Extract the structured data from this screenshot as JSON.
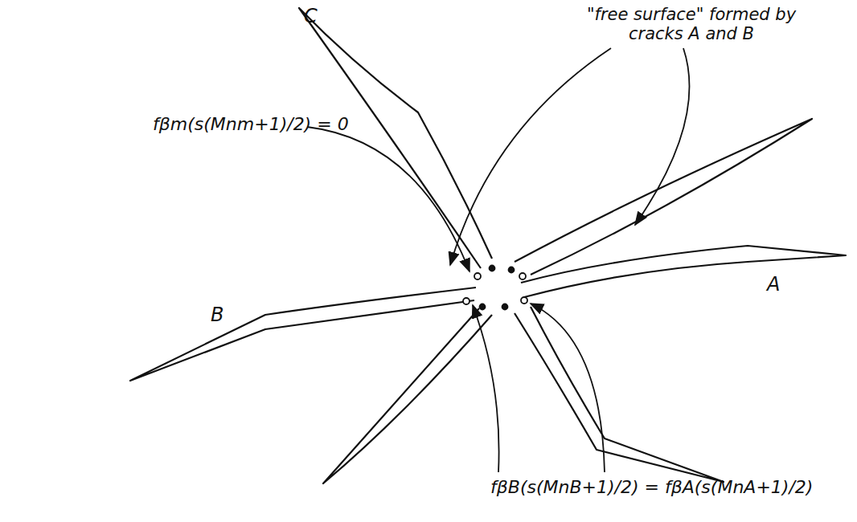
{
  "diagram": {
    "labels": [
      "C",
      "\"free surface\" formed by cracks A and B",
      "fβm(s(Mnm+1)/2) = 0",
      "B",
      "A",
      "fβB(s(MnB+1)/2) = fβA(s(MnA+1)/2)"
    ]
  }
}
